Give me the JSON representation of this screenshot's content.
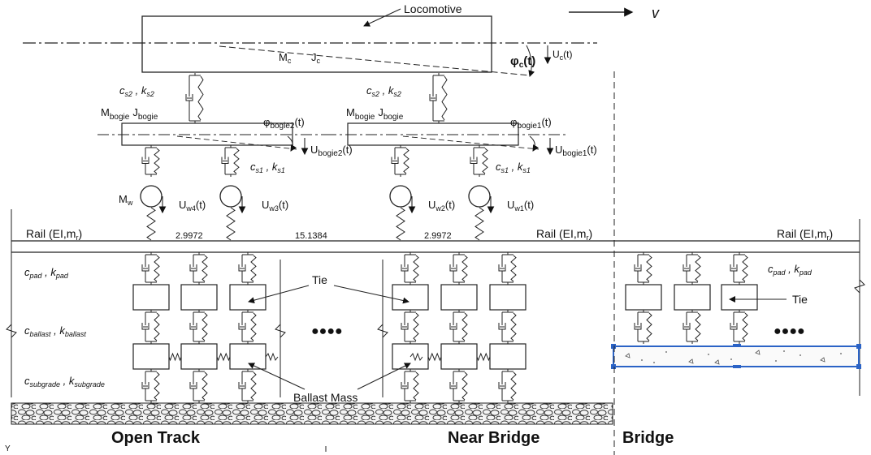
{
  "title_locomotive": "Locomotive",
  "velocity": "v",
  "car_body": {
    "mass": "M",
    "mass_sub": "c",
    "inertia": "J",
    "inertia_sub": "c",
    "pitch": "φ",
    "pitch_sub": "c",
    "pitch_t": "(t)",
    "disp": "U",
    "disp_sub": "c",
    "disp_t": "(t)"
  },
  "secondary": {
    "c": "c",
    "c_sub": "s2",
    "k": "k",
    "k_sub": "s2",
    "sep": " , "
  },
  "primary": {
    "c": "c",
    "c_sub": "s1",
    "k": "k",
    "k_sub": "s1",
    "sep": " , "
  },
  "bogie_rear": {
    "mass": "M",
    "mass_sub": "bogie",
    "inertia": "J",
    "inertia_sub": "bogie",
    "pitch": "φ",
    "pitch_sub": "bogie2",
    "pitch_t": "(t)",
    "disp": "U",
    "disp_sub": "bogie2",
    "disp_t": "(t)"
  },
  "bogie_front": {
    "mass": "M",
    "mass_sub": "bogie",
    "inertia": "J",
    "inertia_sub": "bogie",
    "pitch": "φ",
    "pitch_sub": "bogie1",
    "pitch_t": "(t)",
    "disp": "U",
    "disp_sub": "bogie1",
    "disp_t": "(t)"
  },
  "wheel_mass": {
    "m": "M",
    "sub": "w"
  },
  "wheels": [
    {
      "u": "U",
      "sub": "w4",
      "t": "(t)"
    },
    {
      "u": "U",
      "sub": "w3",
      "t": "(t)"
    },
    {
      "u": "U",
      "sub": "w2",
      "t": "(t)"
    },
    {
      "u": "U",
      "sub": "w1",
      "t": "(t)"
    }
  ],
  "spacing": [
    "2.9972",
    "15.1384",
    "2.9972"
  ],
  "rail_labels": [
    {
      "text": "Rail (EI,m",
      "sub": "r",
      "close": ")"
    },
    {
      "text": "Rail (EI,m",
      "sub": "r",
      "close": ")"
    },
    {
      "text": "Rail (EI,m",
      "sub": "r",
      "close": ")"
    }
  ],
  "pad_left": {
    "c": "c",
    "c_sub": "pad",
    "k": "k",
    "k_sub": "pad",
    "sep": " , "
  },
  "ballast_left": {
    "c": "c",
    "c_sub": "ballast",
    "k": "k",
    "k_sub": "ballast",
    "sep": " , "
  },
  "subgrade_left": {
    "c": "c",
    "c_sub": "subgrade",
    "k": "k",
    "k_sub": "subgrade",
    "sep": " , "
  },
  "pad_right": {
    "c": "c",
    "c_sub": "pad",
    "k": "k",
    "k_sub": "pad",
    "sep": " , "
  },
  "tie_label_left": "Tie",
  "tie_label_right": "Tie",
  "ballast_mass_label": "Ballast Mass",
  "ellipsis": "●●●●",
  "sections": [
    "Open Track",
    "Near Bridge",
    "Bridge"
  ],
  "corner_y": "Y"
}
